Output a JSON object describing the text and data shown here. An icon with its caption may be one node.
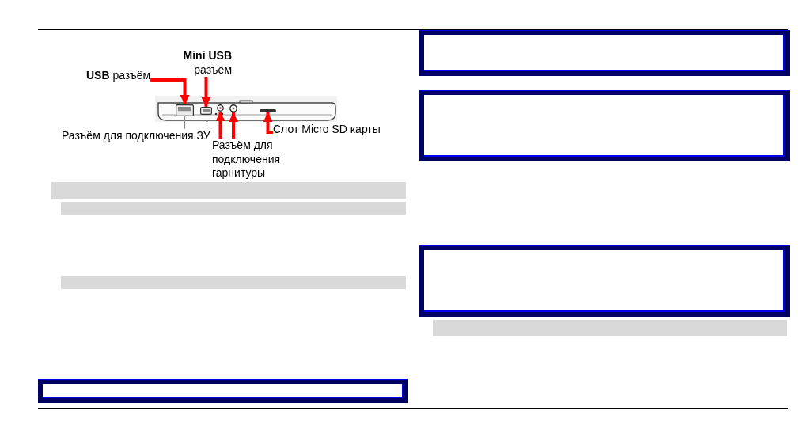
{
  "diagram": {
    "nodes": [
      {
        "text": [
          "**Mini USB** разъём"
        ]
      },
      {
        "text": [
          "**USB** разъём"
        ]
      },
      {
        "text": [],
        "shape": "picture"
      },
      {
        "text": [],
        "shape": "box",
        "in": 2
      },
      {
        "text": [],
        "shape": "box",
        "in": 2
      },
      {
        "text": [],
        "shape": "circle",
        "in": 2
      },
      {
        "text": [],
        "shape": "circle",
        "in": 2
      },
      {
        "text": [],
        "shape": "bar",
        "in": 2
      },
      {
        "text": [
          "Разъём для подключения ЗУ"
        ]
      },
      {
        "text": [
          "Слот Micro SD карты"
        ]
      },
      {
        "text": [
          "Разъём для подключения гарнитуры"
        ]
      },
      {
        "text": [],
        "shape": "bar"
      },
      {
        "text": [],
        "shape": "bar"
      },
      {
        "text": [],
        "shape": "bar"
      },
      {
        "text": [],
        "shape": "box"
      },
      {
        "text": [],
        "shape": "box"
      },
      {
        "text": [],
        "shape": "box"
      },
      {
        "text": [],
        "shape": "box"
      },
      {
        "text": [],
        "shape": "bar"
      }
    ],
    "edges": [
      {
        "from": 1,
        "to": 3,
        "arrow": "to"
      },
      {
        "from": 0,
        "to": 4,
        "arrow": "to"
      },
      {
        "from": 10,
        "to": 5,
        "arrow": "to"
      },
      {
        "from": 10,
        "to": 6,
        "arrow": "to"
      },
      {
        "from": 9,
        "to": 7,
        "arrow": "to"
      },
      {
        "from": 8,
        "to": 3,
        "arrow": "none",
        "color": "#8c8c8c"
      }
    ]
  }
}
